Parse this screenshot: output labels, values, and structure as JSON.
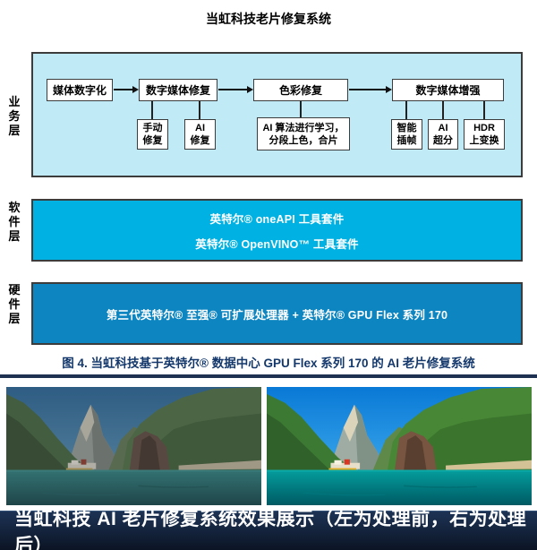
{
  "title": "当虹科技老片修复系统",
  "layers": {
    "business": {
      "label": "业务层",
      "flow_boxes": [
        "媒体数字化",
        "数字媒体修复",
        "色彩修复",
        "数字媒体增强"
      ],
      "sub_boxes": {
        "manual_repair": [
          "手动",
          "修复"
        ],
        "ai_repair": [
          "AI",
          "修复"
        ],
        "color_ai": [
          "AI 算法进行学习，",
          "分段上色，合片"
        ],
        "smart_interpolation": [
          "智能",
          "插帧"
        ],
        "ai_super_resolution": [
          "AI",
          "超分"
        ],
        "hdr_upconversion": [
          "HDR",
          "上变换"
        ]
      }
    },
    "software": {
      "label": "软件层",
      "items": [
        "英特尔® oneAPI 工具套件",
        "英特尔® OpenVINO™ 工具套件"
      ]
    },
    "hardware": {
      "label": "硬件层",
      "text": "第三代英特尔® 至强® 可扩展处理器 + 英特尔® GPU Flex 系列 170"
    }
  },
  "figure_caption": "图 4. 当虹科技基于英特尔® 数据中心 GPU Flex 系列 170 的 AI 老片修复系统",
  "footer": "当虹科技 AI 老片修复系统效果展示（左为处理前，右为处理后）",
  "colors": {
    "business-layer-fill": "#bfeaf6",
    "software-layer-fill": "#00b2e3",
    "hardware-layer-fill": "#0d85c0",
    "box-border": "#3c3c3c",
    "caption-text": "#14386b",
    "footer-bg-top": "#1d3355",
    "footer-bg-bottom": "#0b1424",
    "footer-text": "#ffffff"
  }
}
